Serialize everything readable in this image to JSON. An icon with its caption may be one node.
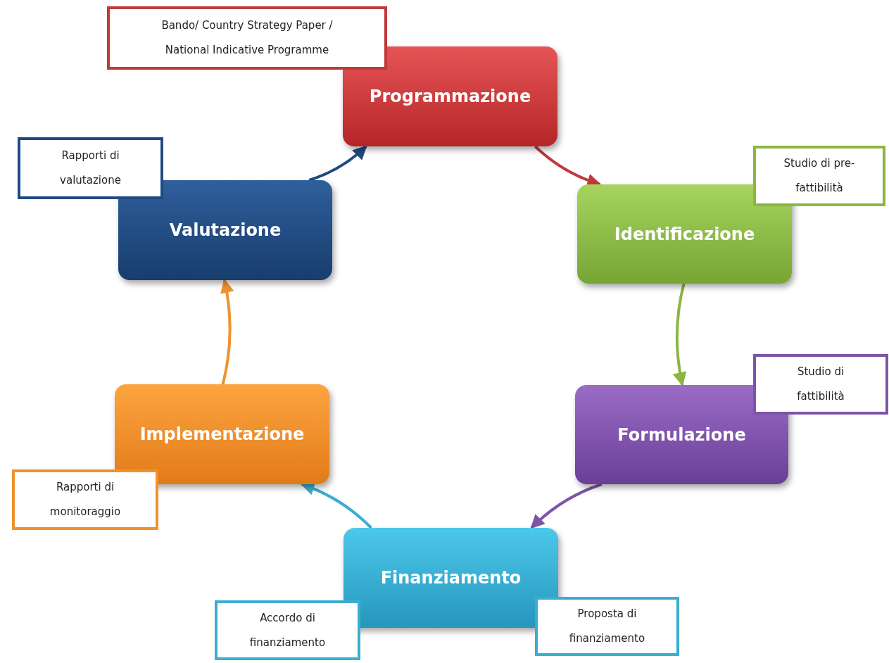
{
  "diagram": {
    "nodes": [
      {
        "text": [
          "Programmazione"
        ]
      },
      {
        "text": [
          "Identificazione"
        ]
      },
      {
        "text": [
          "Formulazione"
        ]
      },
      {
        "text": [
          "Finanziamento"
        ]
      },
      {
        "text": [
          "Implementazione"
        ]
      },
      {
        "text": [
          "Valutazione"
        ]
      },
      {
        "text": [
          "Bando/ Country Strategy Paper / National Indicative Programme"
        ]
      },
      {
        "text": [
          "Studio di pre-fattibilità"
        ]
      },
      {
        "text": [
          "Studio di fattibilità"
        ]
      },
      {
        "text": [
          "Proposta di finanziamento"
        ]
      },
      {
        "text": [
          "Accordo di finanziamento"
        ]
      },
      {
        "text": [
          "Rapporti di monitoraggio"
        ]
      },
      {
        "text": [
          "Rapporti di valutazione"
        ]
      }
    ],
    "edges": [
      {
        "from": 0,
        "to": 1,
        "arrow": "to",
        "color": "#c0393b"
      },
      {
        "from": 1,
        "to": 2,
        "arrow": "to",
        "color": "#8db542"
      },
      {
        "from": 2,
        "to": 3,
        "arrow": "to",
        "color": "#7d55a8"
      },
      {
        "from": 3,
        "to": 4,
        "arrow": "to",
        "color": "#3aaed0"
      },
      {
        "from": 4,
        "to": 5,
        "arrow": "to",
        "color": "#f0922c"
      },
      {
        "from": 5,
        "to": 0,
        "arrow": "to",
        "color": "#1f4a82"
      }
    ]
  }
}
